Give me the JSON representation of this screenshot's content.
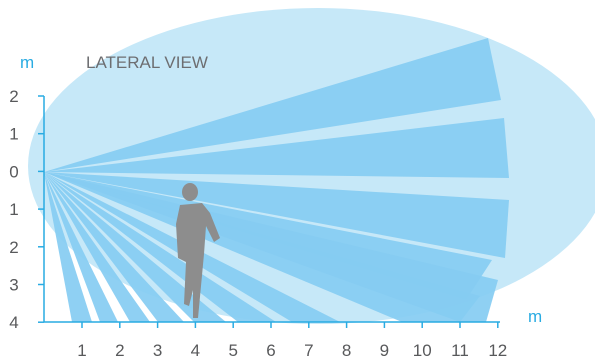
{
  "title": "LATERAL VIEW",
  "y_unit": "m",
  "x_unit": "m",
  "y_ticks": [
    "2",
    "1",
    "0",
    "1",
    "2",
    "3",
    "4"
  ],
  "x_ticks": [
    "1",
    "2",
    "3",
    "4",
    "5",
    "6",
    "7",
    "8",
    "9",
    "10",
    "11",
    "12"
  ],
  "colors": {
    "axis": "#29abe2",
    "coverage_area": "#c6e8f8",
    "beam": "#85ccf2",
    "beam_light": "#9fd6f4",
    "person": "#8d8d8d",
    "text": "#58595b"
  },
  "icons": {
    "person": "walking-person-icon"
  }
}
